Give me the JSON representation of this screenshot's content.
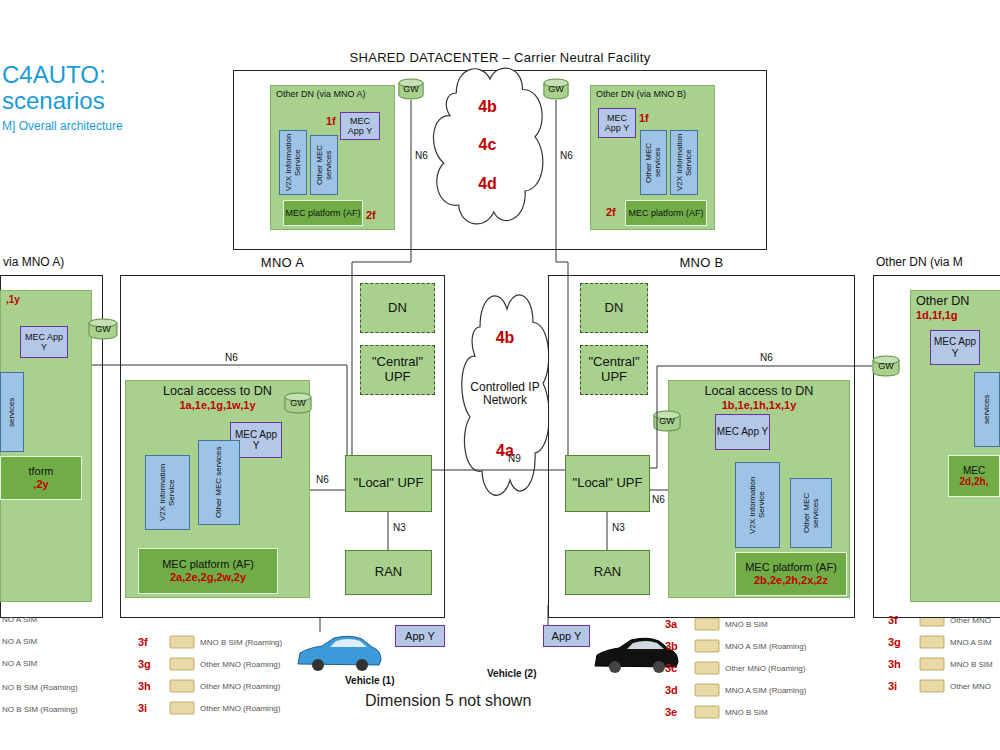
{
  "diagram": {
    "nodes": [
      {
        "text": [
          "SHARED DATACENTER – Carrier Neutral Facility"
        ]
      },
      {
        "text": [
          "Other DN (via MNO A)"
        ],
        "in": 0
      },
      {
        "text": [
          "MEC App Y"
        ],
        "in": 1
      },
      {
        "text": [
          "V2X Information Service"
        ],
        "in": 1
      },
      {
        "text": [
          "Other MEC services"
        ],
        "in": 1
      },
      {
        "text": [
          "MEC platform (AF)"
        ],
        "in": 1
      },
      {
        "text": [
          "GW"
        ],
        "in": 0
      },
      {
        "text": [
          "4b",
          "4c",
          "4d"
        ],
        "in": 0
      },
      {
        "text": [
          "Other DN (via MNO B)"
        ],
        "in": 0
      },
      {
        "text": [
          "MEC App Y"
        ],
        "in": 8
      },
      {
        "text": [
          "Other MEC services"
        ],
        "in": 8
      },
      {
        "text": [
          "V2X Information Service"
        ],
        "in": 8
      },
      {
        "text": [
          "MEC platform (AF)"
        ],
        "in": 8
      },
      {
        "text": [
          "GW"
        ],
        "in": 0
      },
      {
        "text": [
          "via MNO A)"
        ]
      },
      {
        "text": [
          ",1y"
        ],
        "in": 14
      },
      {
        "text": [
          "MEC App Y"
        ],
        "in": 15
      },
      {
        "text": [
          "services"
        ],
        "in": 15
      },
      {
        "text": [
          "tform",
          ",2y"
        ],
        "in": 15
      },
      {
        "text": [
          "GW"
        ]
      },
      {
        "text": [
          "MNO A"
        ]
      },
      {
        "text": [
          "DN"
        ],
        "in": 20
      },
      {
        "text": [
          "\"Central\" UPF"
        ],
        "in": 20
      },
      {
        "text": [
          "Local access to DN",
          "1a,1e,1g,1w,1y"
        ],
        "in": 20
      },
      {
        "text": [
          "GW"
        ],
        "in": 23
      },
      {
        "text": [
          "MEC App Y"
        ],
        "in": 23
      },
      {
        "text": [
          "V2X Information Service"
        ],
        "in": 23
      },
      {
        "text": [
          "Other MEC services"
        ],
        "in": 23
      },
      {
        "text": [
          "MEC platform (AF)",
          "2a,2e,2g,2w,2y"
        ],
        "in": 23
      },
      {
        "text": [
          "\"Local\" UPF"
        ],
        "in": 20
      },
      {
        "text": [
          "RAN"
        ],
        "in": 20
      },
      {
        "text": [
          "4b",
          "Controlled IP Network",
          "4a"
        ]
      },
      {
        "text": [
          "MNO B"
        ]
      },
      {
        "text": [
          "DN"
        ],
        "in": 32
      },
      {
        "text": [
          "\"Central\" UPF"
        ],
        "in": 32
      },
      {
        "text": [
          "\"Local\" UPF"
        ],
        "in": 32
      },
      {
        "text": [
          "RAN"
        ],
        "in": 32
      },
      {
        "text": [
          "Local access to DN",
          "1b,1e,1h,1x,1y"
        ],
        "in": 32
      },
      {
        "text": [
          "GW"
        ],
        "in": 37
      },
      {
        "text": [
          "MEC App Y"
        ],
        "in": 37
      },
      {
        "text": [
          "V2X Information Service"
        ],
        "in": 37
      },
      {
        "text": [
          "Other MEC services"
        ],
        "in": 37
      },
      {
        "text": [
          "MEC platform (AF)",
          "2b,2e,2h,2x,2z"
        ],
        "in": 37
      },
      {
        "text": [
          "Other DN (via M"
        ]
      },
      {
        "text": [
          "Other DN",
          "1d,1f,1g"
        ],
        "in": 43
      },
      {
        "text": [
          "MEC App Y"
        ],
        "in": 44
      },
      {
        "text": [
          "services"
        ],
        "in": 44
      },
      {
        "text": [
          "MEC",
          "2d,2h,"
        ],
        "in": 44
      },
      {
        "text": [
          "GW"
        ]
      },
      {
        "text": [
          "App Y"
        ]
      },
      {
        "text": [
          "App Y"
        ]
      }
    ],
    "edges": [
      {
        "from": 6,
        "to": 29,
        "label": "N6",
        "arrow": "none"
      },
      {
        "from": 15,
        "to": 29,
        "label": "N6",
        "arrow": "none"
      },
      {
        "from": 23,
        "to": 29,
        "label": "N6",
        "arrow": "none"
      },
      {
        "from": 29,
        "to": 30,
        "label": "N3",
        "arrow": "none"
      },
      {
        "from": 29,
        "to": 35,
        "label": "N9",
        "arrow": "none"
      },
      {
        "from": 35,
        "to": 36,
        "label": "N3",
        "arrow": "none"
      },
      {
        "from": 37,
        "to": 35,
        "label": "N6",
        "arrow": "none"
      },
      {
        "from": 13,
        "to": 35,
        "label": "N6",
        "arrow": "none"
      },
      {
        "from": 48,
        "to": 35,
        "label": "N6",
        "arrow": "none"
      }
    ],
    "labels": [
      "C4AUTO:",
      "scenarios",
      "M] Overall architecture",
      "1f",
      "2f",
      "1f",
      "2f",
      "NO A SIM",
      "NO A SIM",
      "NO A SIM",
      "NO B SIM (Roaming)",
      "NO B SIM (Roaming)",
      "3f",
      "MNO B SIM (Roaming)",
      "3g",
      "Other MNO (Roaming)",
      "3h",
      "Other MNO (Roaming)",
      "3i",
      "Other MNO (Roaming)",
      "Vehicle (1)",
      "Vehicle (2)",
      "Dimension 5 not shown",
      "3a",
      "MNO B SIM",
      "3b",
      "MNO A SIM (Roaming)",
      "3c",
      "Other MNO (Roaming)",
      "3d",
      "MNO A SIM (Roaming)",
      "3e",
      "MNO B SIM",
      "3f",
      "Other MNO",
      "3g",
      "MNO A SIM",
      "3h",
      "MNO B SIM",
      "3i",
      "Other MNO"
    ]
  }
}
